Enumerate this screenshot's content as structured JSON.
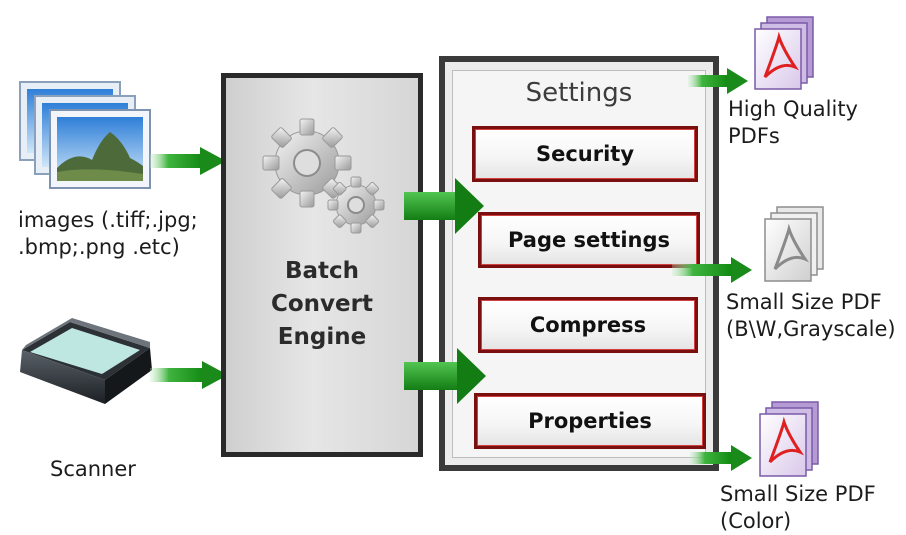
{
  "inputs": {
    "images_label_line1": "images (.tiff;.jpg;",
    "images_label_line2": ".bmp;.png .etc)",
    "scanner_label": "Scanner"
  },
  "engine": {
    "title_line1": "Batch",
    "title_line2": "Convert",
    "title_line3": "Engine"
  },
  "settings": {
    "title": "Settings",
    "buttons": [
      "Security",
      "Page settings",
      "Compress",
      "Properties"
    ]
  },
  "outputs": [
    {
      "line1": "High Quality",
      "line2": "PDFs",
      "icon": "color-pdf-icon"
    },
    {
      "line1": "Small Size PDF",
      "line2": "(B\\W,Grayscale)",
      "icon": "grayscale-pdf-icon"
    },
    {
      "line1": "Small Size PDF",
      "line2": "(Color)",
      "icon": "color-pdf-icon"
    }
  ],
  "colors": {
    "arrow_green": "#1e9a1e",
    "button_border": "#7a0f0f",
    "pdf_red": "#e02020"
  }
}
